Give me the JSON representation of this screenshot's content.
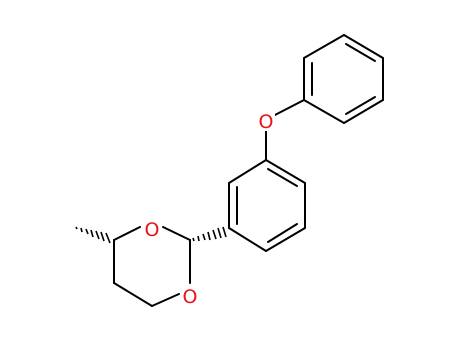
{
  "molecule": {
    "atoms": [
      {
        "id": "o_ether",
        "label": "O"
      },
      {
        "id": "o_ring_top",
        "label": "O"
      },
      {
        "id": "o_ring_bottom",
        "label": "O"
      }
    ]
  },
  "colors": {
    "bond": "#000000",
    "oxygen": "#e8141a",
    "background": "#ffffff"
  }
}
